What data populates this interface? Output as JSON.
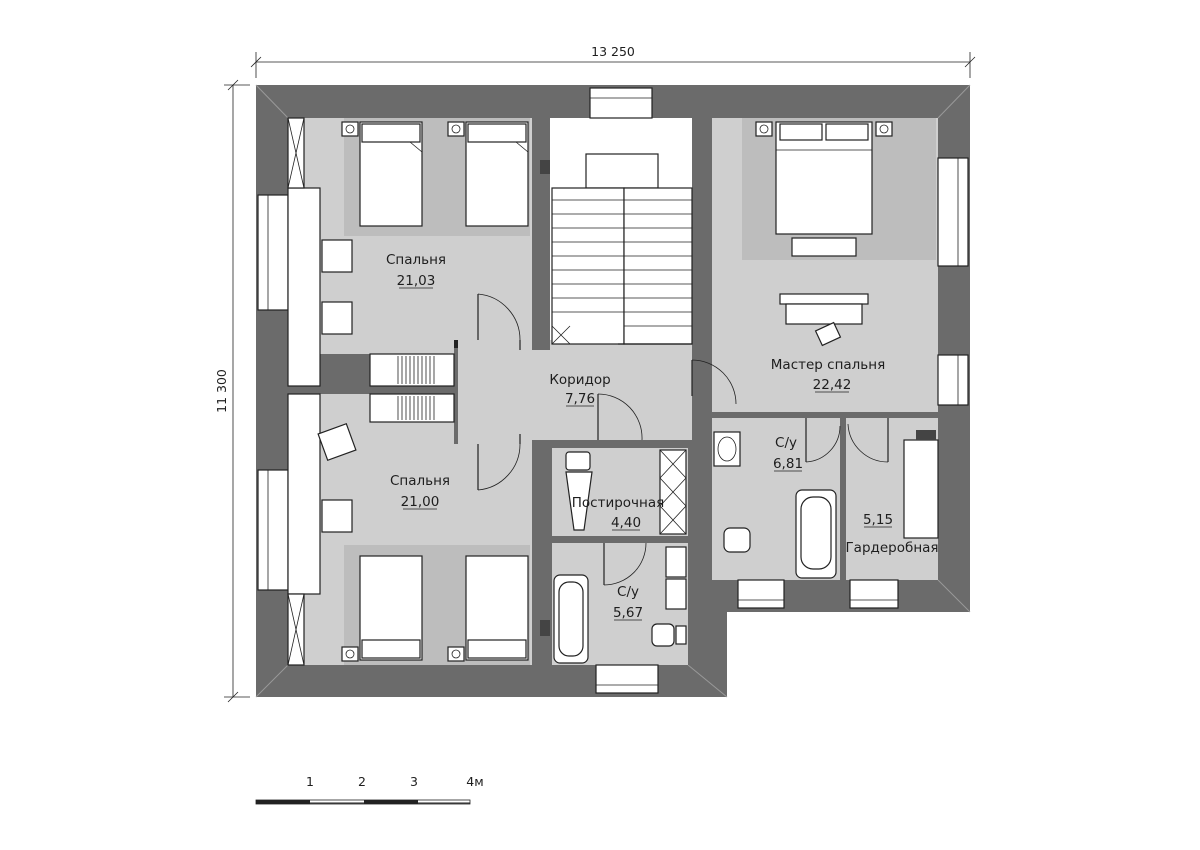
{
  "dimensions": {
    "width": "13 250",
    "height": "11 300"
  },
  "rooms": [
    {
      "name": "Спальня",
      "area": "21,03"
    },
    {
      "name": "Спальня",
      "area": "21,00"
    },
    {
      "name": "Коридор",
      "area": "7,76"
    },
    {
      "name": "Мастер спальня",
      "area": "22,42"
    },
    {
      "name": "Постирочная",
      "area": "4,40"
    },
    {
      "name": "С/у",
      "area": "6,81"
    },
    {
      "name": "С/у",
      "area": "5,67"
    },
    {
      "name": "Гардеробная",
      "area": "5,15"
    }
  ],
  "scale_bar": {
    "ticks": [
      "1",
      "2",
      "3",
      "4м"
    ]
  },
  "colors": {
    "wall": "#6b6b6b",
    "floor": "#cfcfcf",
    "line": "#222222"
  }
}
